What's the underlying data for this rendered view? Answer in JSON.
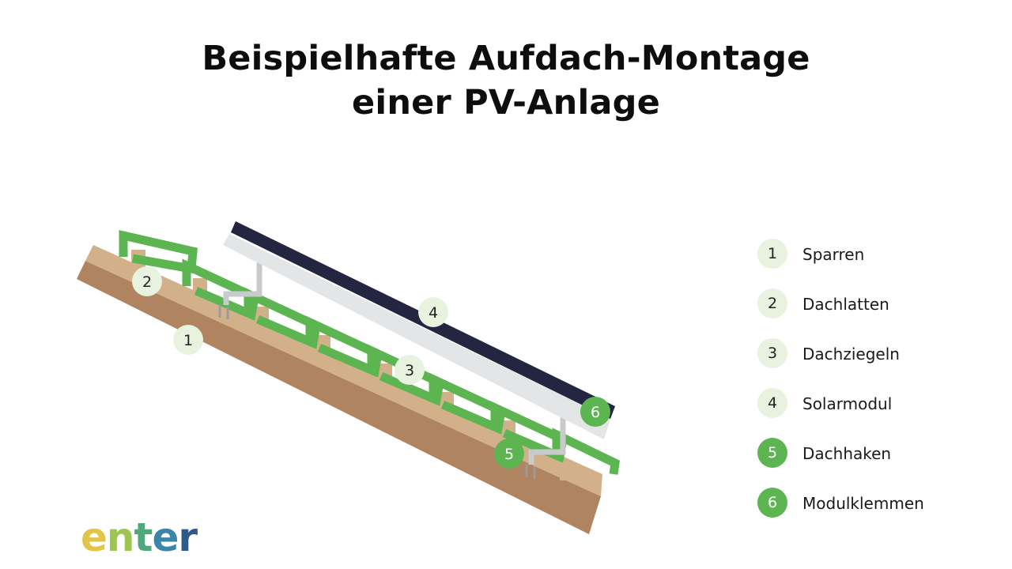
{
  "title": {
    "line1": "Beispielhafte Aufdach-Montage",
    "line2": "einer PV-Anlage"
  },
  "diagram": {
    "markers": [
      {
        "num": "1",
        "style": "light"
      },
      {
        "num": "2",
        "style": "light"
      },
      {
        "num": "3",
        "style": "light"
      },
      {
        "num": "4",
        "style": "light"
      },
      {
        "num": "5",
        "style": "dark"
      },
      {
        "num": "6",
        "style": "dark"
      }
    ],
    "colors": {
      "rafter": "#b08461",
      "batten": "#d2b18a",
      "tile": "#5db551",
      "hook": "#c9cacc",
      "rail": "#e4e5e7",
      "panel": "#232541",
      "marker_light": "#e7f3df",
      "marker_dark": "#5db551"
    }
  },
  "legend": {
    "items": [
      {
        "num": "1",
        "label": "Sparren",
        "style": "light"
      },
      {
        "num": "2",
        "label": "Dachlatten",
        "style": "light"
      },
      {
        "num": "3",
        "label": "Dachziegeln",
        "style": "light"
      },
      {
        "num": "4",
        "label": "Solarmodul",
        "style": "light"
      },
      {
        "num": "5",
        "label": "Dachhaken",
        "style": "dark"
      },
      {
        "num": "6",
        "label": "Modulklemmen",
        "style": "dark"
      }
    ]
  },
  "logo": {
    "letters": [
      "e",
      "n",
      "t",
      "e",
      "r"
    ],
    "colors": [
      "#e2c44a",
      "#9cc64f",
      "#4fa87b",
      "#3d85a8",
      "#2d5a8a"
    ]
  }
}
